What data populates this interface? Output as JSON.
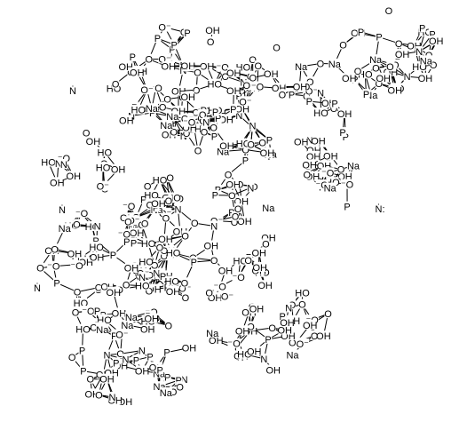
{
  "structure": {
    "kind": "chemical-structure-drawing",
    "colors": {
      "background": "#ffffff",
      "ink": "#000000"
    },
    "atom_labels": [
      "O",
      "OH",
      "HO",
      "P",
      "N",
      "Na",
      "O⁻",
      "⁻O",
      "Ṅ",
      "Ṅ:"
    ],
    "visible_labels_sample": [
      "P",
      "OH",
      "O",
      "N",
      "Na",
      "HO",
      "P",
      "N",
      "Na",
      "O",
      "OH",
      "P",
      "N",
      "Na",
      "HO",
      "O",
      "P",
      "N",
      "OH",
      "O"
    ]
  }
}
